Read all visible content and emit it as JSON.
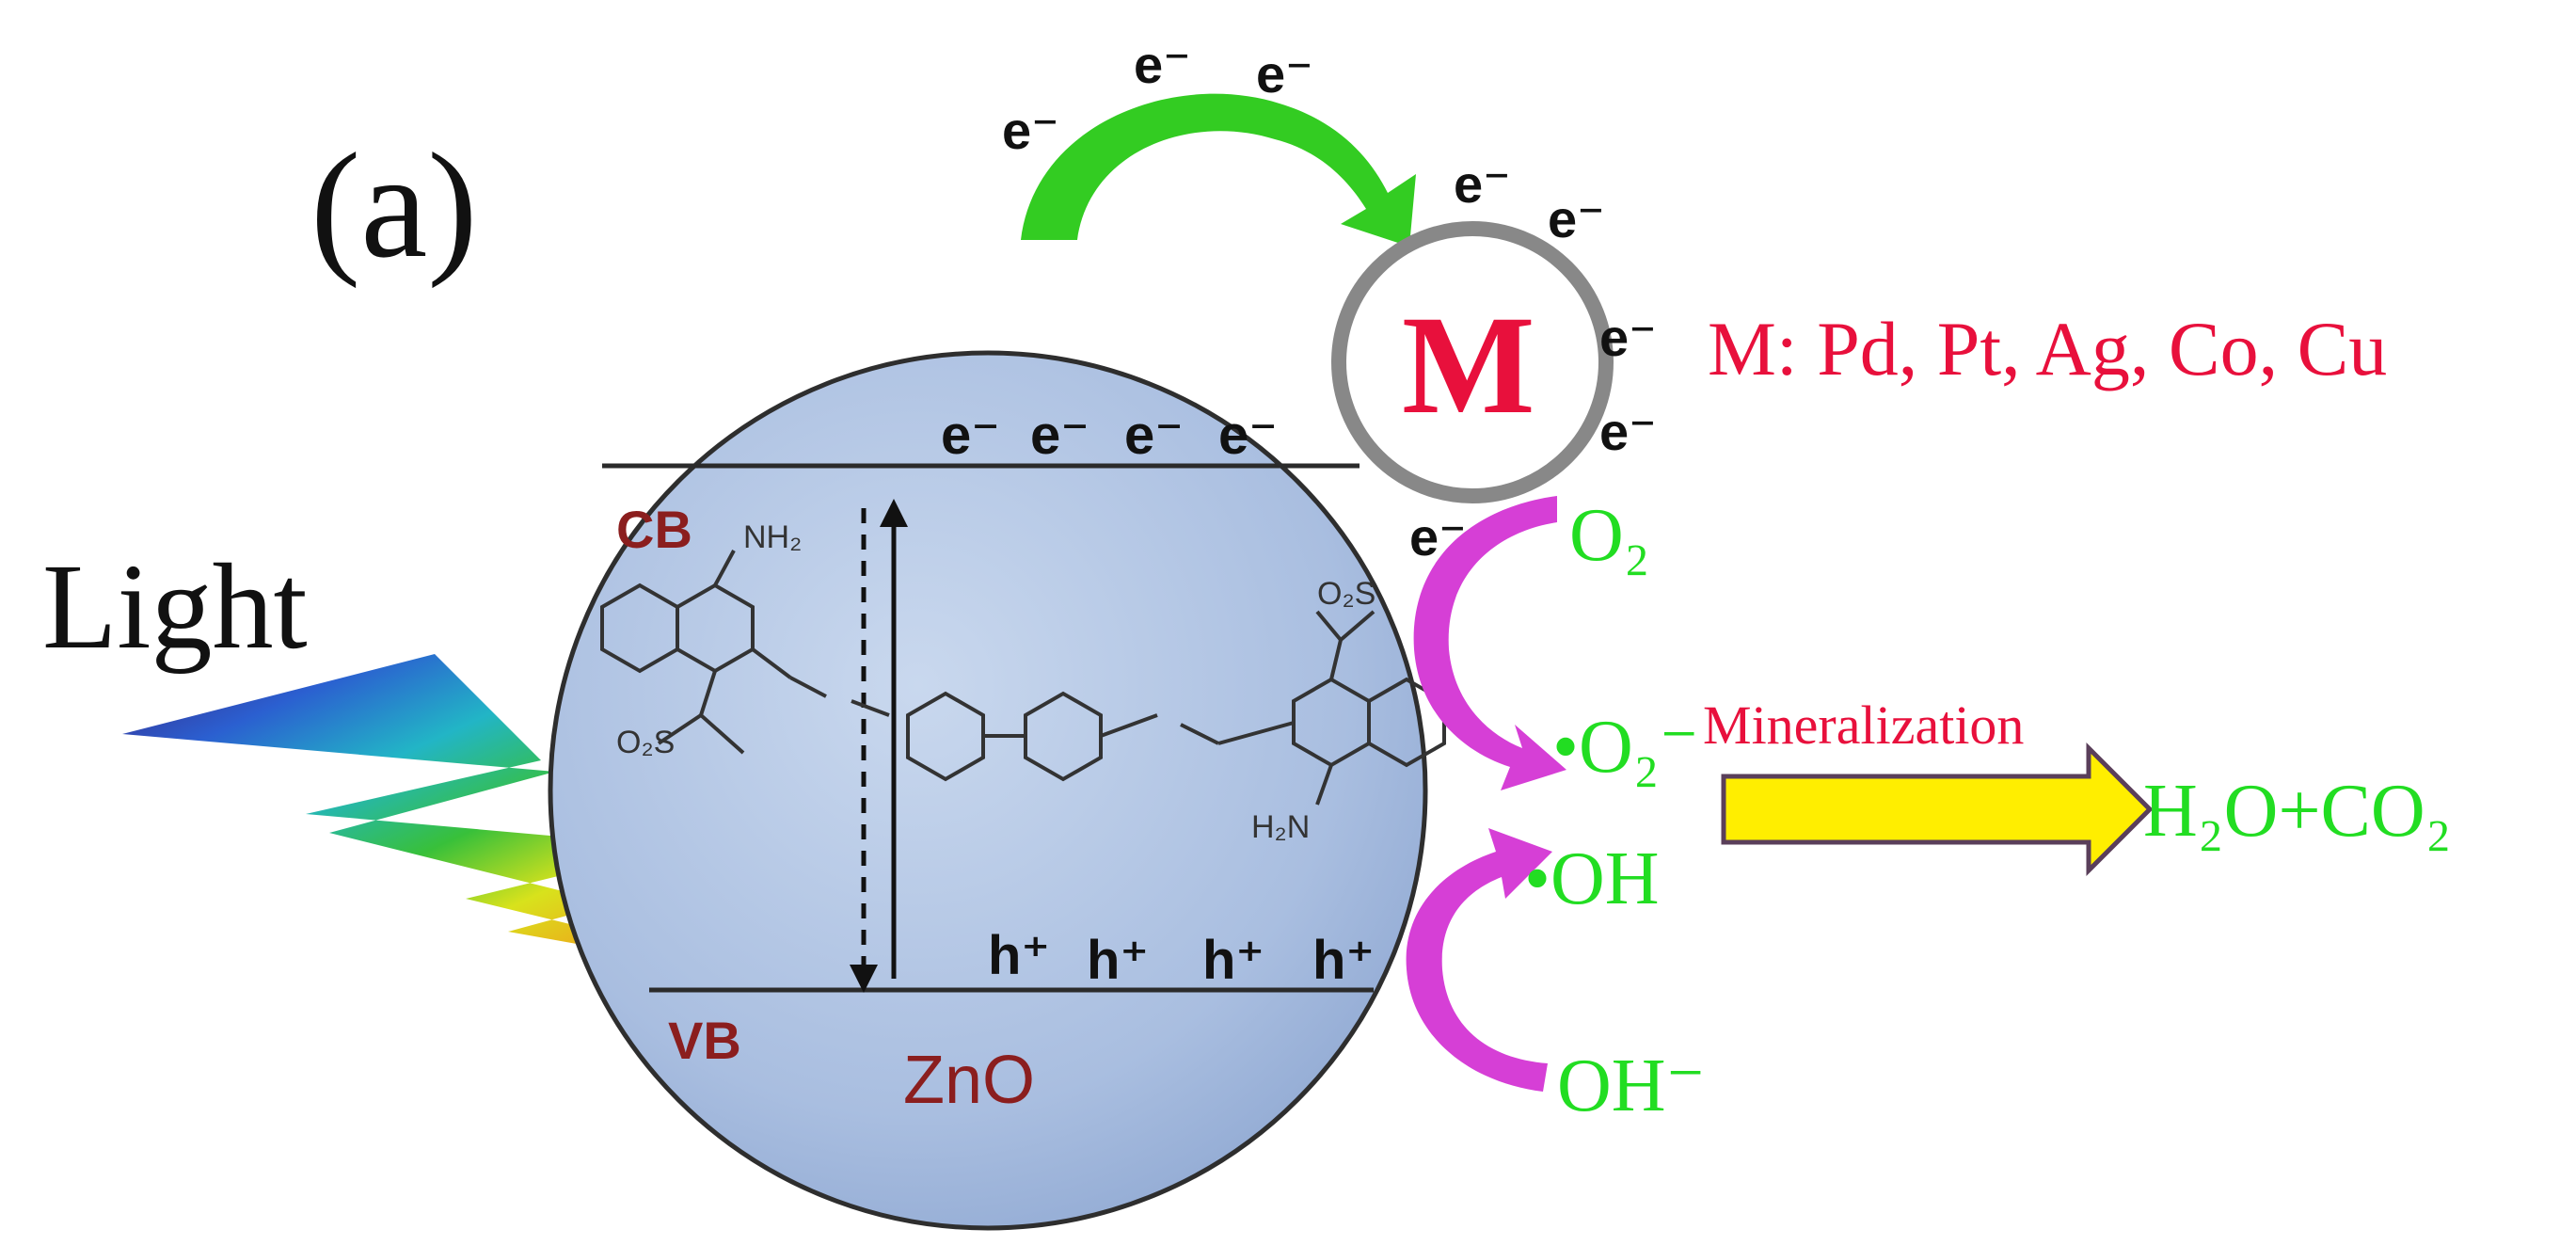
{
  "panel_label": "(a)",
  "light_label": "Light",
  "metal": {
    "symbol": "M",
    "legend": "M: Pd, Pt, Ag, Co, Cu"
  },
  "semiconductor": {
    "name": "ZnO",
    "cb_label": "CB",
    "vb_label": "VB"
  },
  "dye": {
    "amino_label": "NH₂",
    "amino_label_lower": "H₂N",
    "sulfonate_label": "O₂S"
  },
  "electrons": {
    "symbol": "e⁻",
    "cb_electrons": [
      "e⁻",
      "e⁻",
      "e⁻",
      "e⁻"
    ],
    "arc_electrons": [
      "e⁻",
      "e⁻",
      "e⁻"
    ],
    "metal_electrons": [
      "e⁻",
      "e⁻",
      "e⁻",
      "e⁻"
    ],
    "transfer_electron": "e⁻"
  },
  "holes": [
    "h⁺",
    "h⁺",
    "h⁺",
    "h⁺"
  ],
  "species": {
    "o2": "O₂",
    "superoxide": "•O₂⁻",
    "hydroxyl_radical": "•OH",
    "hydroxide": "OH⁻",
    "products": "H₂O+CO₂"
  },
  "process_label": "Mineralization",
  "colors": {
    "sphere_fill": "#b7c9e6",
    "band_line": "#2b2b2b",
    "label_red": "#8b1e1e",
    "metal_red": "#e8103c",
    "green_text": "#22dd22",
    "green_arrow": "#33cc22",
    "magenta_arrow": "#d63fd6",
    "yellow_arrow": "#ffee00",
    "metal_ring": "#888888"
  }
}
